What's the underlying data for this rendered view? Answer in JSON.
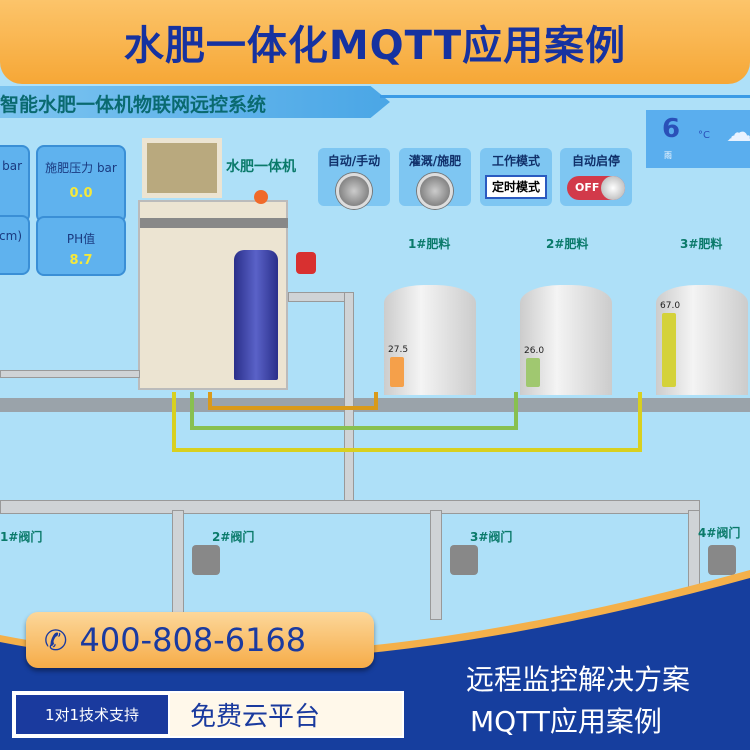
{
  "banner_title": "水肥一体化MQTT应用案例",
  "system_title": "智能水肥一体机物联网远控系统",
  "sensors": [
    {
      "label": "bar",
      "value": ""
    },
    {
      "label": "施肥压力 bar",
      "value": "0.0"
    },
    {
      "label": "cm)",
      "value": ""
    },
    {
      "label": "PH值",
      "value": "8.7"
    }
  ],
  "machine_label": "水肥一体机",
  "controls": {
    "auto_manual": "自动/手动",
    "irrigate_fertilize": "灌溉/施肥",
    "work_mode": "工作模式",
    "work_mode_value": "定时模式",
    "auto_start_stop": "自动启停",
    "auto_start_stop_state": "OFF"
  },
  "weather": {
    "temp": "6",
    "unit": "°C",
    "desc": "雨"
  },
  "tanks": [
    {
      "label": "1#肥料",
      "level": 27.5,
      "level_text": "27.5",
      "color": "#f5a04a"
    },
    {
      "label": "2#肥料",
      "level": 26.0,
      "level_text": "26.0",
      "color": "#a0c870"
    },
    {
      "label": "3#肥料",
      "level": 67.0,
      "level_text": "67.0",
      "color": "#d4d23a"
    }
  ],
  "valves": [
    "1#阀门",
    "2#阀门",
    "3#阀门",
    "4#阀门"
  ],
  "phone": "400-808-6168",
  "support": "1对1技术支持",
  "platform": "免费云平台",
  "slogan1": "远程监控解决方案",
  "slogan2": "MQTT应用案例"
}
